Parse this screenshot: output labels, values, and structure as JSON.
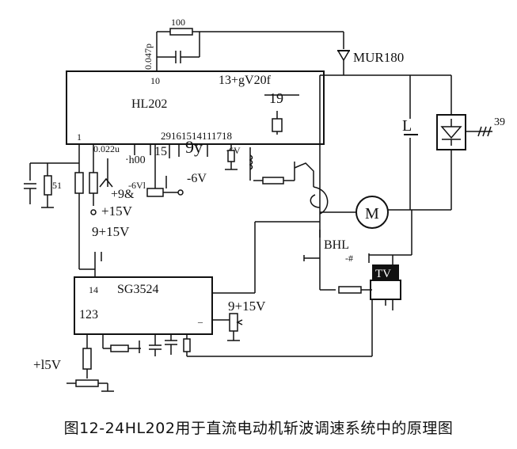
{
  "caption": "图12-24HL202用于直流电动机斩波调速系统中的原理图",
  "chips": {
    "hl202": {
      "name": "HL202",
      "pin_top_left": "10",
      "pin_top_right": "13+gV20f",
      "pin_bottom_left": "1",
      "pin_bottom_right": "29161514111718"
    },
    "sg3524": {
      "name": "SG3524",
      "pin_top": "14",
      "pin_left": "123",
      "pin_right": "_"
    }
  },
  "labels": {
    "r100": "100",
    "c0047": "0.047p",
    "mur": "MUR180",
    "n19": "19",
    "inductor": "L",
    "n39": "39",
    "r51": "51",
    "c0022": "0.022u",
    "h100": "·h00",
    "n15": "15",
    "n9v": "9y",
    "n6v_small": "·6V",
    "v9_8": "+9&",
    "n6vi": "-6Vl",
    "neg6v": "-6V",
    "v15a": "+15V",
    "v915a": "9+15V",
    "motor": "M",
    "bhl": "BHL",
    "hash": "-#",
    "tv": "TV",
    "v915b": "9+15V",
    "v15b": "+l5V"
  }
}
